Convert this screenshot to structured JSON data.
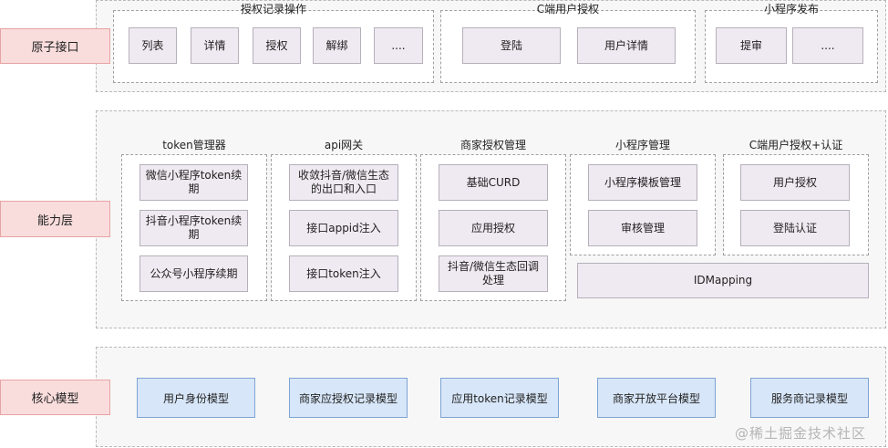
{
  "layers": {
    "atomic": {
      "label": "原子接口"
    },
    "capability": {
      "label": "能力层"
    },
    "core": {
      "label": "核心模型"
    }
  },
  "atomic_groups": [
    {
      "title": "授权记录操作",
      "items": [
        "列表",
        "详情",
        "授权",
        "解绑",
        "...."
      ]
    },
    {
      "title": "C端用户授权",
      "items": [
        "登陆",
        "用户详情"
      ]
    },
    {
      "title": "小程序发布",
      "items": [
        "提审",
        "...."
      ]
    }
  ],
  "capability_groups": [
    {
      "title": "token管理器",
      "items": [
        "微信小程序token续期",
        "抖音小程序token续期",
        "公众号小程序续期"
      ]
    },
    {
      "title": "api网关",
      "items": [
        "收敛抖音/微信生态的出口和入口",
        "接口appid注入",
        "接口token注入"
      ]
    },
    {
      "title": "商家授权管理",
      "items": [
        "基础CURD",
        "应用授权",
        "抖音/微信生态回调处理"
      ]
    },
    {
      "title": "小程序管理",
      "items": [
        "小程序模板管理",
        "审核管理"
      ]
    },
    {
      "title": "C端用户授权+认证",
      "items": [
        "用户授权",
        "登陆认证"
      ]
    }
  ],
  "idmapping": {
    "label": "IDMapping"
  },
  "core_models": [
    "用户身份模型",
    "商家应授权记录模型",
    "应用token记录模型",
    "商家开放平台模型",
    "服务商记录模型"
  ],
  "watermark": "@稀土掘金技术社区"
}
